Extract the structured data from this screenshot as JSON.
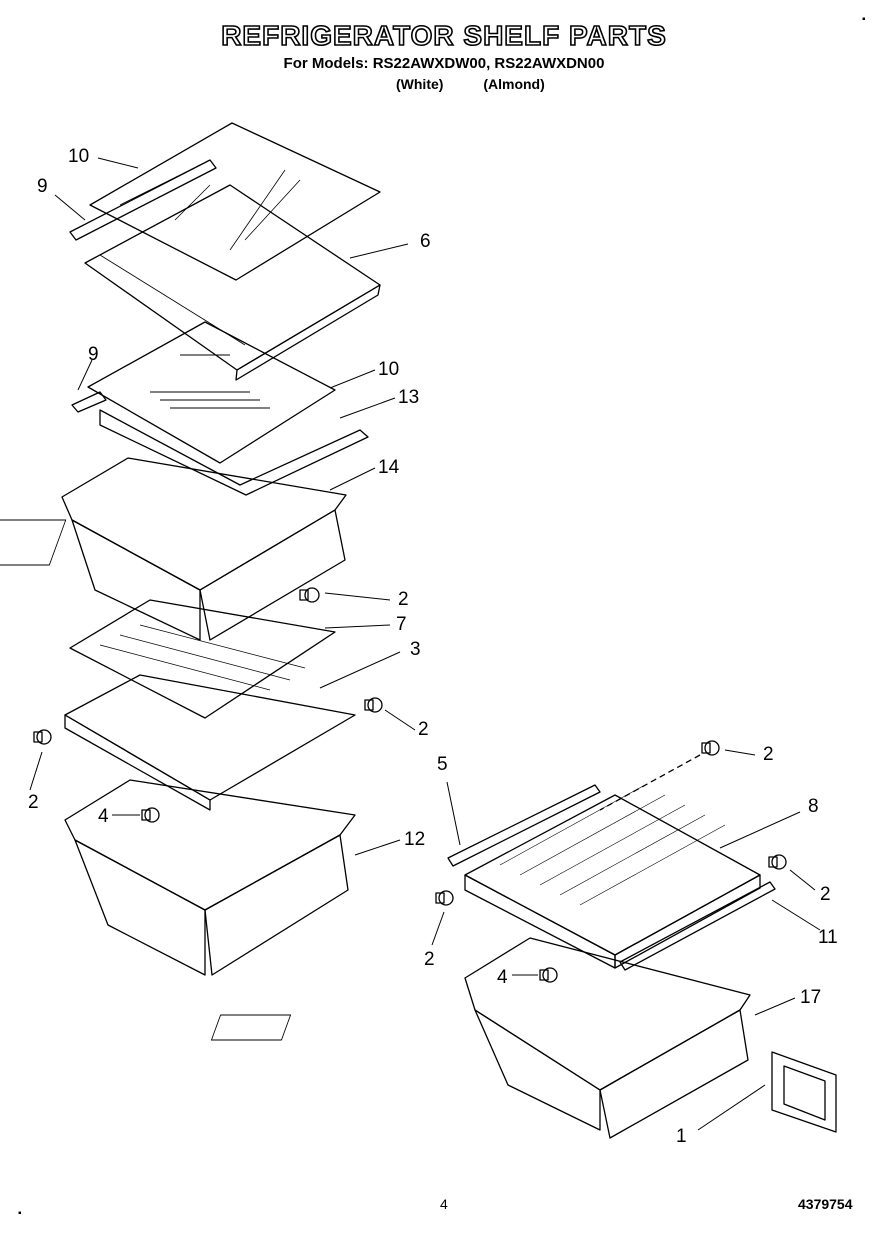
{
  "header": {
    "title": "REFRIGERATOR SHELF PARTS",
    "models_line": "For Models: RS22AWXDW00, RS22AWXDN00",
    "variant_white": "(White)",
    "variant_almond": "(Almond)"
  },
  "callouts": {
    "c10a": "10",
    "c9a": "9",
    "c6": "6",
    "c9b": "9",
    "c10b": "10",
    "c13": "13",
    "c14": "14",
    "c2a": "2",
    "c7": "7",
    "c3": "3",
    "c2b": "2",
    "c2c": "2",
    "c4a": "4",
    "c12": "12",
    "c5": "5",
    "c2d": "2",
    "c8": "8",
    "c2e": "2",
    "c11": "11",
    "c2f": "2",
    "c4b": "4",
    "c17": "17",
    "c1": "1"
  },
  "footer": {
    "page_number": "4",
    "doc_number": "4379754"
  }
}
